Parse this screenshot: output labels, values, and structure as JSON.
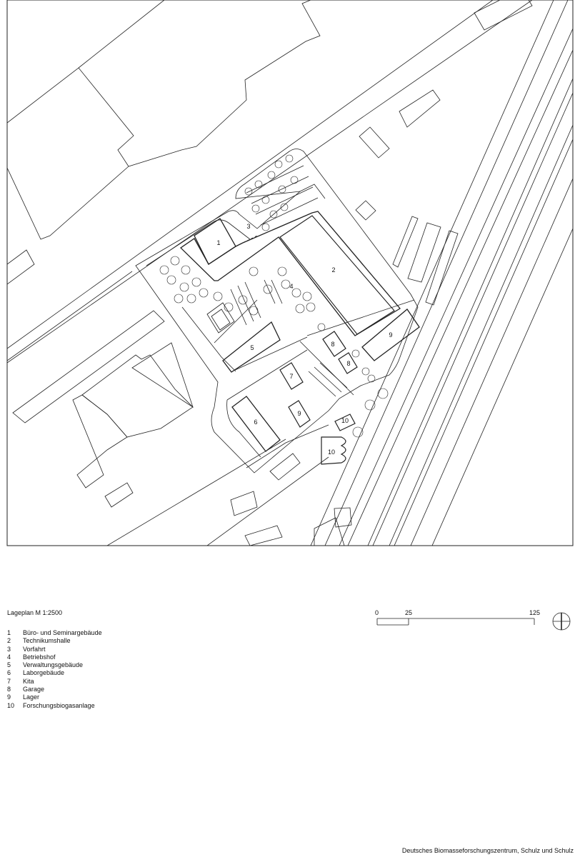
{
  "plan": {
    "scale_caption": "Lageplan M 1:2500",
    "building_labels": [
      {
        "id": "b1",
        "text": "1"
      },
      {
        "id": "b2",
        "text": "2"
      },
      {
        "id": "b3",
        "text": "3"
      },
      {
        "id": "b4",
        "text": "4"
      },
      {
        "id": "b5",
        "text": "5"
      },
      {
        "id": "b6",
        "text": "6"
      },
      {
        "id": "b7",
        "text": "7"
      },
      {
        "id": "b8a",
        "text": "8"
      },
      {
        "id": "b8b",
        "text": "8"
      },
      {
        "id": "b9a",
        "text": "9"
      },
      {
        "id": "b9b",
        "text": "9"
      },
      {
        "id": "b10a",
        "text": "10"
      },
      {
        "id": "b10b",
        "text": "10"
      }
    ]
  },
  "scale_bar": {
    "ticks": [
      "0",
      "25",
      "125"
    ]
  },
  "north_arrow": {
    "icon": "north-arrow-icon"
  },
  "legend": [
    {
      "num": "1",
      "label": "Büro- und Seminargebäude"
    },
    {
      "num": "2",
      "label": "Technikumshalle"
    },
    {
      "num": "3",
      "label": "Vorfahrt"
    },
    {
      "num": "4",
      "label": "Betriebshof"
    },
    {
      "num": "5",
      "label": "Verwaltungsgebäude"
    },
    {
      "num": "6",
      "label": "Laborgebäude"
    },
    {
      "num": "7",
      "label": "Kita"
    },
    {
      "num": "8",
      "label": "Garage"
    },
    {
      "num": "9",
      "label": "Lager"
    },
    {
      "num": "10",
      "label": "Forschungsbiogasanlage"
    }
  ],
  "credit": "Deutsches Biomasseforschungszentrum, Schulz und Schulz"
}
